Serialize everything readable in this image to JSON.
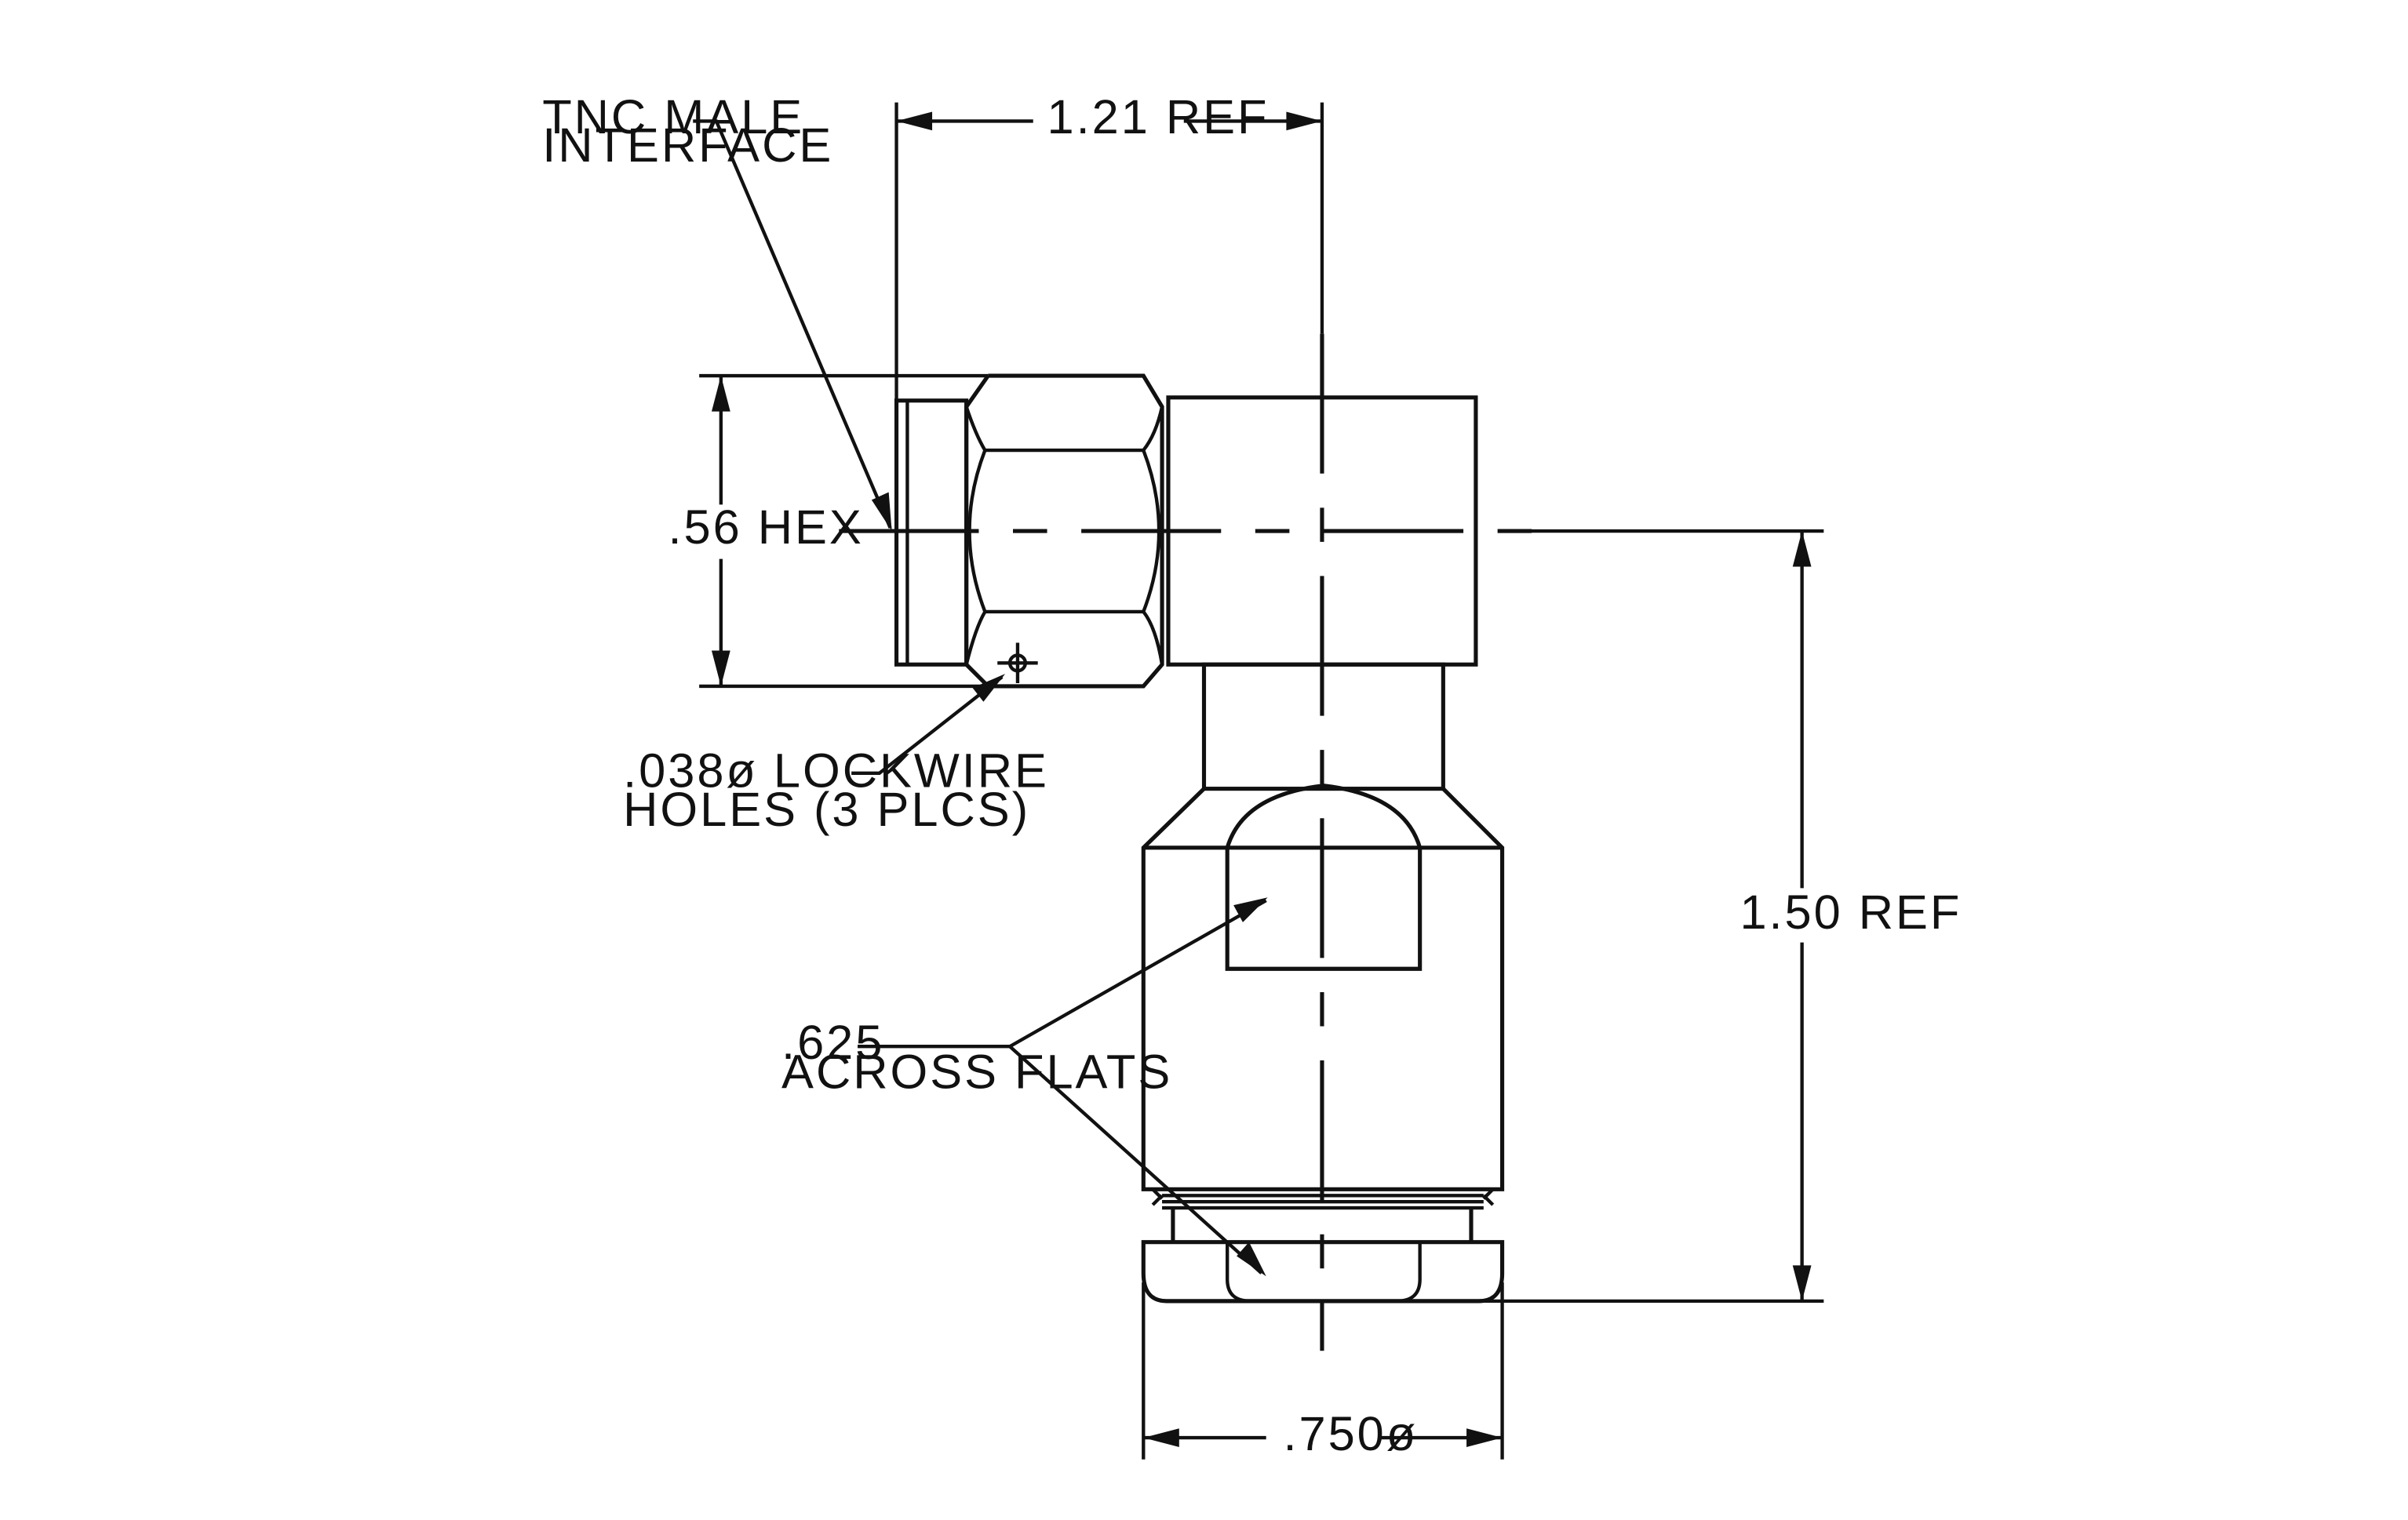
{
  "labels": {
    "tnc_line1": "TNC MALE",
    "tnc_line2": "INTERFACE",
    "dim_ref_width": "1.21 REF",
    "dim_hex": ".56 HEX",
    "lockwire_line1": ".038ø LOCKWIRE",
    "lockwire_line2": "HOLES (3 PLCS)",
    "dim_ref_height": "1.50 REF",
    "flats_line1": ".625",
    "flats_line2": "ACROSS FLATS",
    "dim_diameter": ".750ø"
  }
}
